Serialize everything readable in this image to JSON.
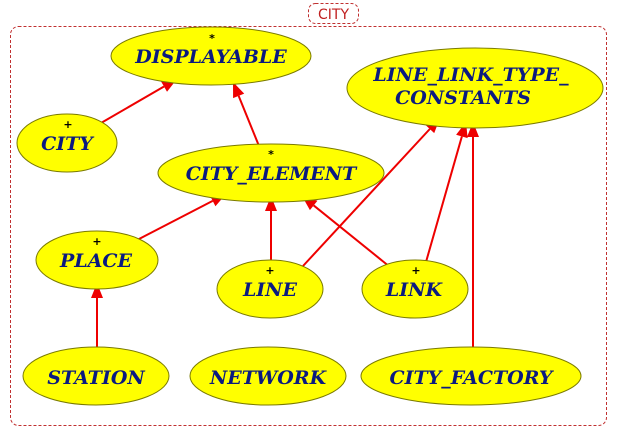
{
  "cluster": {
    "label": "CITY"
  },
  "nodes": {
    "displayable": {
      "label": "DISPLAYABLE",
      "marker": "*"
    },
    "line_link_type_constants": {
      "label_line1": "LINE_LINK_TYPE_",
      "label_line2": "CONSTANTS"
    },
    "city": {
      "label": "CITY",
      "marker": "+"
    },
    "city_element": {
      "label": "CITY_ELEMENT",
      "marker": "*"
    },
    "place": {
      "label": "PLACE",
      "marker": "+"
    },
    "line": {
      "label": "LINE",
      "marker": "+"
    },
    "link": {
      "label": "LINK",
      "marker": "+"
    },
    "station": {
      "label": "STATION"
    },
    "network": {
      "label": "NETWORK"
    },
    "city_factory": {
      "label": "CITY_FACTORY"
    }
  },
  "edges": [
    {
      "from": "city",
      "to": "displayable"
    },
    {
      "from": "city_element",
      "to": "displayable"
    },
    {
      "from": "place",
      "to": "city_element"
    },
    {
      "from": "line",
      "to": "city_element"
    },
    {
      "from": "link",
      "to": "city_element"
    },
    {
      "from": "line",
      "to": "line_link_type_constants"
    },
    {
      "from": "link",
      "to": "line_link_type_constants"
    },
    {
      "from": "city_factory",
      "to": "line_link_type_constants"
    },
    {
      "from": "station",
      "to": "place"
    }
  ],
  "colors": {
    "node_fill": "#ffff00",
    "node_text": "#0a1a80",
    "edge": "#ee0000",
    "cluster_border": "#c03030"
  }
}
